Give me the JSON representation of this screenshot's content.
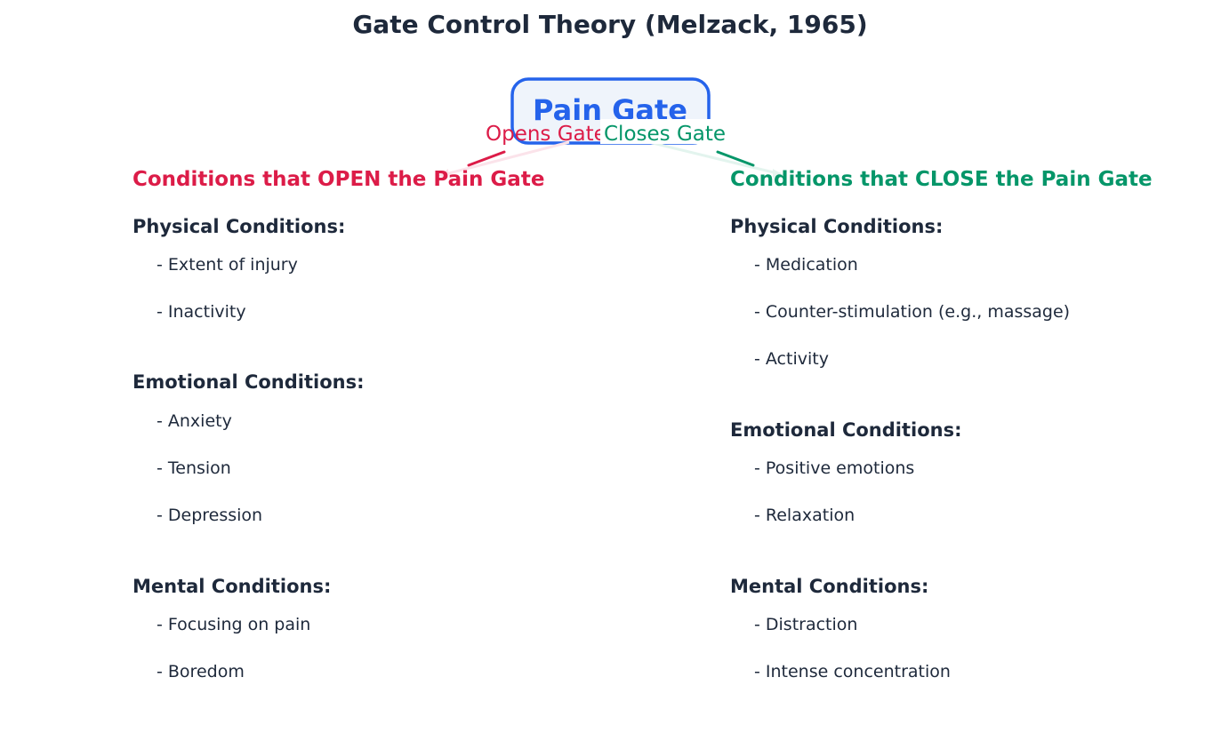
{
  "title": "Gate Control Theory (Melzack, 1965)",
  "gate": {
    "label": "Pain Gate"
  },
  "arrows": {
    "open_label": "Opens Gate",
    "close_label": "Closes Gate"
  },
  "colors": {
    "title": "#1e293b",
    "gate_border": "#2563eb",
    "gate_fill": "#eff4fb",
    "open": "#dc1c48",
    "close": "#059669",
    "text": "#1e293b"
  },
  "open_column": {
    "heading": "Conditions that OPEN the Pain Gate",
    "sections": [
      {
        "heading": "Physical Conditions:",
        "items": [
          "- Extent of injury",
          "- Inactivity"
        ]
      },
      {
        "heading": "Emotional Conditions:",
        "items": [
          "- Anxiety",
          "- Tension",
          "- Depression"
        ]
      },
      {
        "heading": "Mental Conditions:",
        "items": [
          "- Focusing on pain",
          "- Boredom"
        ]
      }
    ]
  },
  "close_column": {
    "heading": "Conditions that CLOSE the Pain Gate",
    "sections": [
      {
        "heading": "Physical Conditions:",
        "items": [
          "- Medication",
          "- Counter-stimulation (e.g., massage)",
          "- Activity"
        ]
      },
      {
        "heading": "Emotional Conditions:",
        "items": [
          "- Positive emotions",
          "- Relaxation"
        ]
      },
      {
        "heading": "Mental Conditions:",
        "items": [
          "- Distraction",
          "- Intense concentration"
        ]
      }
    ]
  }
}
